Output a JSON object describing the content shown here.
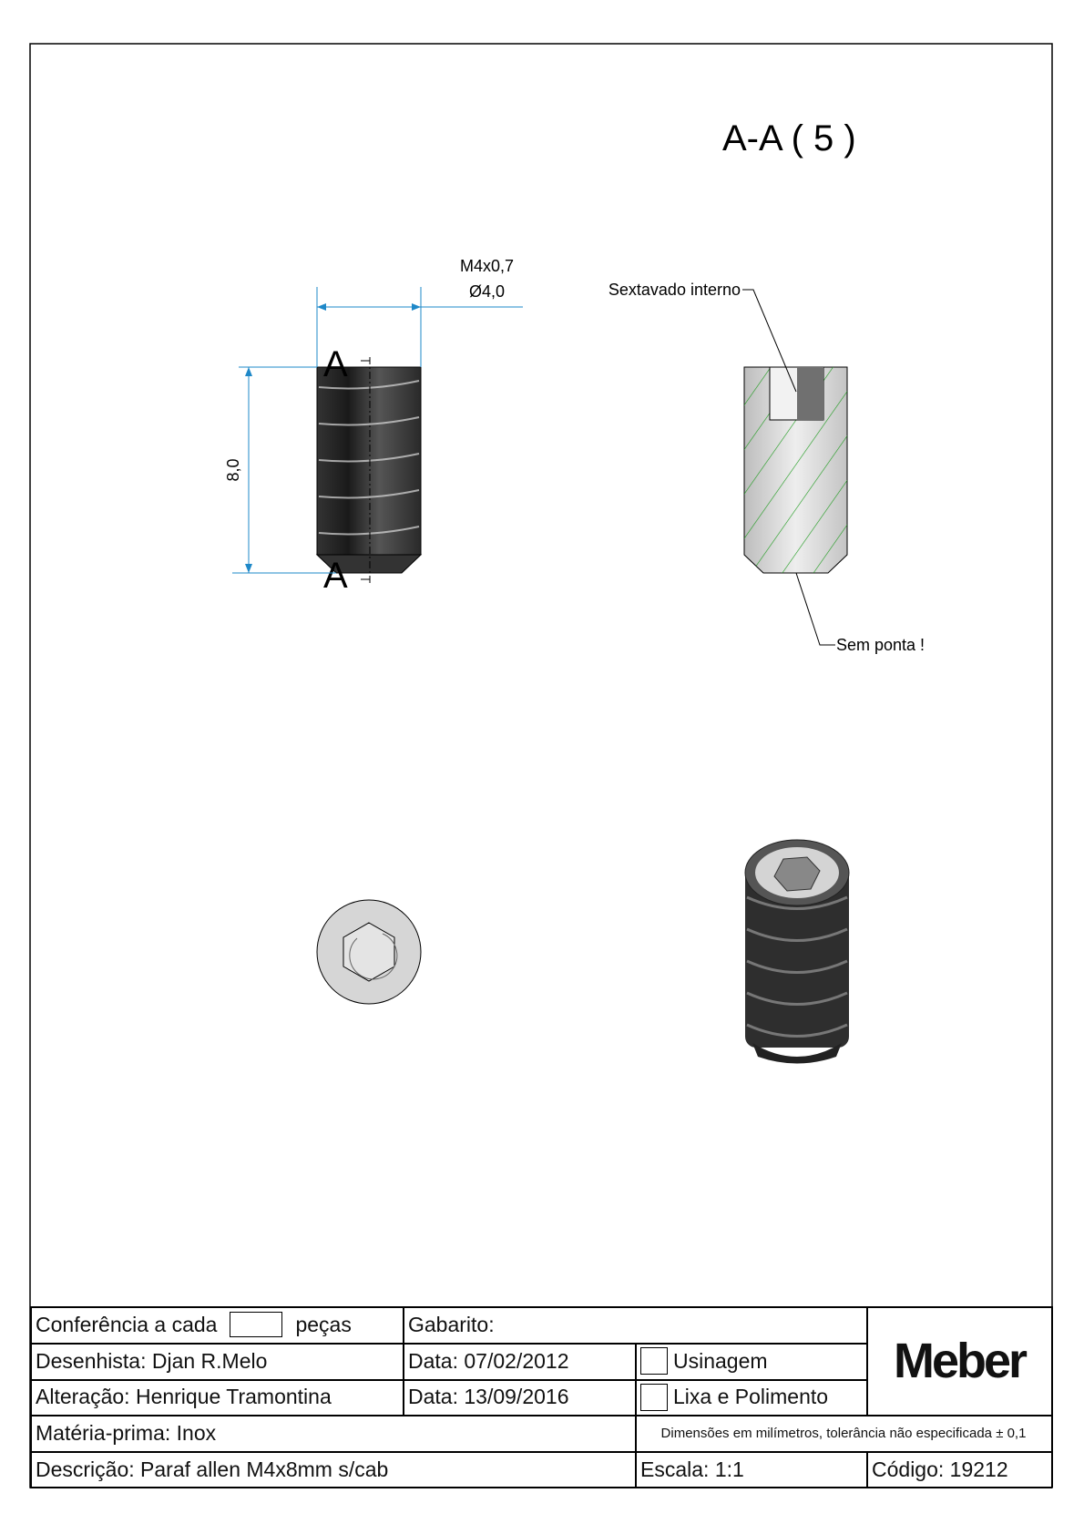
{
  "section_title": "A-A ( 5 )",
  "dimensions": {
    "thread": "M4x0,7",
    "diameter": "Ø4,0",
    "length": "8,0",
    "section_mark": "A"
  },
  "callouts": {
    "hex": "Sextavado interno",
    "tip": "Sem ponta !"
  },
  "colors": {
    "dimension": "#1e88c8",
    "hatch": "#1a9a1a",
    "section_fill": "#cfcfcf"
  },
  "title_block": {
    "conferencia": "Conferência a cada",
    "pecas": "peças",
    "gabarito": "Gabarito:",
    "desenhista_label": "Desenhista:",
    "desenhista": "Djan R.Melo",
    "data1_label": "Data:",
    "data1": "07/02/2012",
    "alteracao_label": "Alteração:",
    "alteracao": "Henrique Tramontina",
    "data2_label": "Data:",
    "data2": "13/09/2016",
    "usinagem": "Usinagem",
    "lixa": "Lixa e Polimento",
    "logo": "Meber",
    "materia_label": "Matéria-prima:",
    "materia": "Inox",
    "tolerancia": "Dimensões em milímetros, tolerância não especificada ± 0,1",
    "descricao_label": "Descrição:",
    "descricao": "Paraf allen M4x8mm s/cab",
    "escala": "Escala: 1:1",
    "codigo_label": "Código:",
    "codigo": "19212"
  }
}
